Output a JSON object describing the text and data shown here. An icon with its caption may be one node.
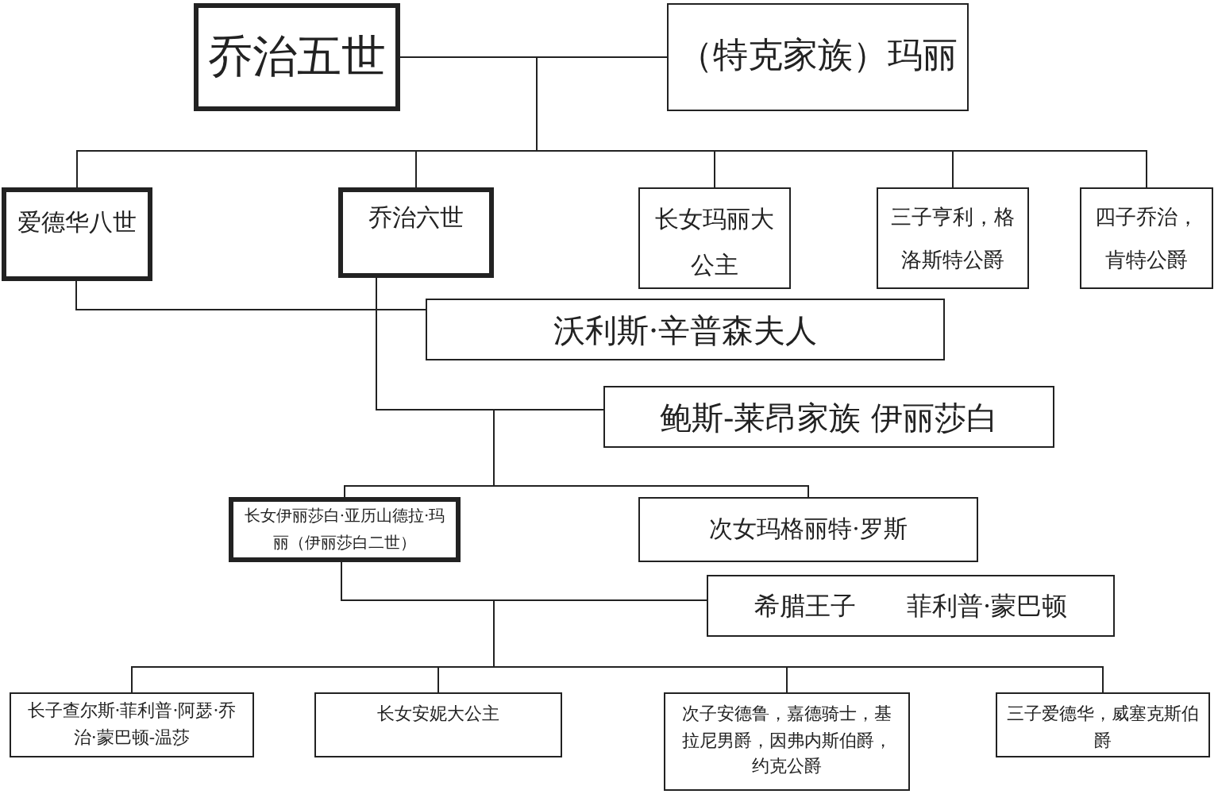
{
  "diagram": {
    "nodes": [
      {
        "text": [
          "乔治五世"
        ]
      },
      {
        "text": [
          "（特克家族）玛丽"
        ]
      },
      {
        "text": [
          "爱德华八世"
        ]
      },
      {
        "text": [
          "乔治六世"
        ]
      },
      {
        "text": [
          "长女玛丽大公主"
        ]
      },
      {
        "text": [
          "三子亨利，格洛斯特公爵"
        ]
      },
      {
        "text": [
          "四子乔治，肯特公爵"
        ]
      },
      {
        "text": [
          "沃利斯·辛普森夫人"
        ]
      },
      {
        "text": [
          "鲍斯-莱昂家族 伊丽莎白"
        ]
      },
      {
        "text": [
          "长女伊丽莎白·亚历山德拉·玛丽（伊丽莎白二世）"
        ]
      },
      {
        "text": [
          "次女玛格丽特·罗斯"
        ]
      },
      {
        "text": [
          "希腊王子　　菲利普·蒙巴顿"
        ]
      },
      {
        "text": [
          "长子查尔斯·菲利普·阿瑟·乔治·蒙巴顿-温莎"
        ]
      },
      {
        "text": [
          "长女安妮大公主"
        ]
      },
      {
        "text": [
          "次子安德鲁，嘉德骑士，基拉尼男爵，因弗内斯伯爵，约克公爵"
        ]
      },
      {
        "text": [
          "三子爱德华，威塞克斯伯爵"
        ]
      }
    ],
    "edges": [
      {
        "from": 0,
        "to": 1,
        "arrow": "none"
      },
      {
        "from": 0,
        "to": 2,
        "arrow": "none"
      },
      {
        "from": 0,
        "to": 3,
        "arrow": "none"
      },
      {
        "from": 0,
        "to": 4,
        "arrow": "none"
      },
      {
        "from": 0,
        "to": 5,
        "arrow": "none"
      },
      {
        "from": 0,
        "to": 6,
        "arrow": "none"
      },
      {
        "from": 2,
        "to": 7,
        "arrow": "none"
      },
      {
        "from": 3,
        "to": 8,
        "arrow": "none"
      },
      {
        "from": 3,
        "to": 9,
        "arrow": "none"
      },
      {
        "from": 3,
        "to": 10,
        "arrow": "none"
      },
      {
        "from": 9,
        "to": 11,
        "arrow": "none"
      },
      {
        "from": 9,
        "to": 12,
        "arrow": "none"
      },
      {
        "from": 9,
        "to": 13,
        "arrow": "none"
      },
      {
        "from": 9,
        "to": 14,
        "arrow": "none"
      },
      {
        "from": 9,
        "to": 15,
        "arrow": "none"
      }
    ]
  }
}
